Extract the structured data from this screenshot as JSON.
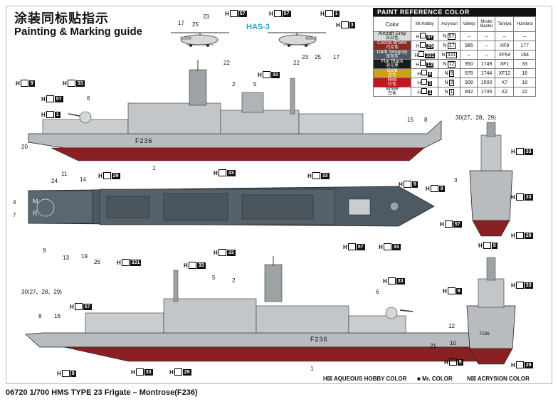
{
  "header": {
    "title_cn": "涂装同标贴指示",
    "title_en": "Painting & Marking guide",
    "heli_label": "HAS-3"
  },
  "paint_table": {
    "caption": "PAINT  REFERENCE COLOR",
    "columns": [
      "Color",
      "Mr.Hobby",
      "Acrysion",
      "Vallejo",
      "Model Master",
      "Tamiya",
      "Humbrol"
    ],
    "rows": [
      {
        "name": "Aircraft Gray",
        "name_cn": "灰白色",
        "color": "#d9dcd9",
        "text": "#111111",
        "mr": "57",
        "acr": "57",
        "vallejo": "–",
        "master": "–",
        "tamiya": "–",
        "humbrol": "–"
      },
      {
        "name": "Cocoa Brown",
        "name_cn": "巧克色",
        "color": "#8a2a22",
        "text": "#ffffff",
        "mr": "29",
        "acr": "17",
        "vallejo": "985",
        "master": "–",
        "tamiya": "XF9",
        "humbrol": "177"
      },
      {
        "name": "Dark Seagray",
        "name_cn": "深海灰",
        "color": "#4d5963",
        "text": "#ffffff",
        "mr": "331",
        "acr": "331",
        "vallejo": "–",
        "master": "–",
        "tamiya": "XF54",
        "humbrol": "164"
      },
      {
        "name": "Flat Black",
        "name_cn": "消光黑",
        "color": "#1b1b1b",
        "text": "#ffffff",
        "mr": "12",
        "acr": "12",
        "vallejo": "950",
        "master": "1749",
        "tamiya": "XF1",
        "humbrol": "33"
      },
      {
        "name": "Gold",
        "name_cn": "金色",
        "color": "#c8a21a",
        "text": "#ffffff",
        "mr": "9",
        "acr": "9",
        "vallejo": "878",
        "master": "1744",
        "tamiya": "XF12",
        "humbrol": "16"
      },
      {
        "name": "Red",
        "name_cn": "红色",
        "color": "#c4161c",
        "text": "#ffffff",
        "mr": "3",
        "acr": "3",
        "vallejo": "908",
        "master": "1503",
        "tamiya": "X7",
        "humbrol": "19"
      },
      {
        "name": "White",
        "name_cn": "白色",
        "color": "#ffffff",
        "text": "#111111",
        "mr": "1",
        "acr": "1",
        "vallejo": "842",
        "master": "1745",
        "tamiya": "X2",
        "humbrol": "22"
      }
    ]
  },
  "callouts": {
    "h57": "57",
    "h3": "3",
    "h1": "1",
    "h9": "9",
    "h12": "33",
    "h17": "29",
    "h331": "331",
    "code_prefix": "H"
  },
  "part_numbers": {
    "n17": "17",
    "n23": "23",
    "n25": "25",
    "n22": "22",
    "n6": "6",
    "n2": "2",
    "n5": "5",
    "n15": "15",
    "n8": "8",
    "n30": "30(27、28、29)",
    "n20": "20",
    "n1": "1",
    "n24": "24",
    "n11": "11",
    "n14": "14",
    "n4": "4",
    "n7": "7",
    "n9": "9",
    "n13": "13",
    "n19": "19",
    "n26": "26",
    "n3": "3",
    "n16": "16",
    "n21": "21",
    "n12": "12",
    "n10": "10"
  },
  "hull_marking": "F236",
  "deck_marking_m": "M",
  "deck_marking_r": "R",
  "legend": {
    "aqueous": "AQUEOUS HOBBY COLOR",
    "mr": "Mr. COLOR",
    "acrysion": "ACRYSION COLOR",
    "h_prefix": "H",
    "n_prefix": "N"
  },
  "footer": "06720 1/700 HMS TYPE 23 Frigate – Montrose(F236)"
}
